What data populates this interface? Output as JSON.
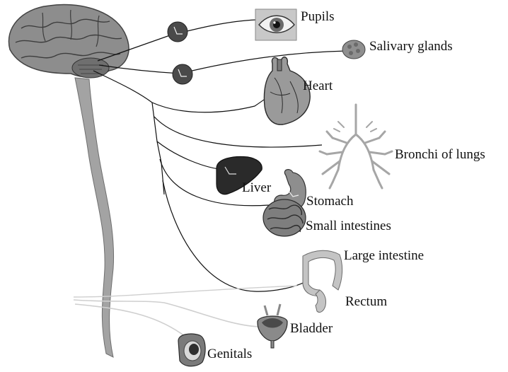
{
  "labels": {
    "pupils": "Pupils",
    "salivary": "Salivary glands",
    "heart": "Heart",
    "bronchi": "Bronchi of lungs",
    "liver": "Liver",
    "stomach": "Stomach",
    "small_intestines": "Small intestines",
    "large_intestine": "Large intestine",
    "rectum": "Rectum",
    "bladder": "Bladder",
    "genitals": "Genitals"
  },
  "colors": {
    "brain": "#8e8e8e",
    "spinal_cord": "#9a9a9a",
    "ganglion": "#4a4a4a",
    "nerve": "#111111",
    "sacral_nerve": "#cfcfcf",
    "organ_dark": "#2b2b2b",
    "organ_mid": "#7a7a7a",
    "organ_light": "#bdbdbd"
  },
  "icons": [
    "brain",
    "eye",
    "salivary-gland",
    "heart",
    "lungs",
    "liver",
    "stomach",
    "small-intestine",
    "large-intestine",
    "bladder",
    "genitals"
  ]
}
